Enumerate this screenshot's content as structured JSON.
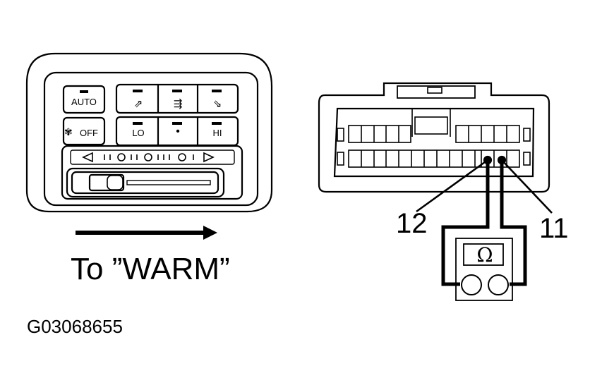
{
  "control_panel": {
    "buttons": {
      "auto": "AUTO",
      "off": "OFF",
      "lo": "LO",
      "dot": "•",
      "hi": "HI"
    },
    "icons": {
      "fan": "fan-icon",
      "vent_face": "vent-face-icon",
      "vent_bilevel": "vent-bilevel-icon",
      "vent_foot": "vent-foot-icon",
      "slider_left": "arrow-left-icon",
      "slider_right": "arrow-right-icon"
    },
    "slider_setting": "WARM"
  },
  "direction_arrow": {
    "caption": "To ”WARM”"
  },
  "connector": {
    "pins": {
      "left": "12",
      "right": "11"
    }
  },
  "meter": {
    "symbol": "Ω"
  },
  "figure_id": "G03068655",
  "colors": {
    "line": "#000000",
    "background": "#ffffff"
  }
}
